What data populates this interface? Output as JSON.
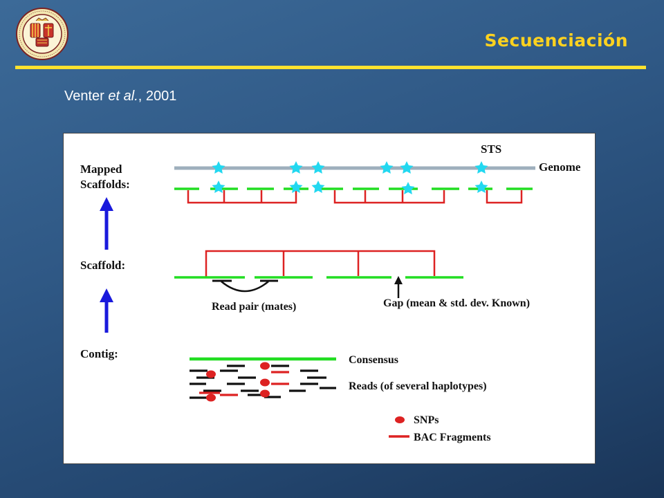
{
  "slide": {
    "title": "Secuenciación",
    "citation_author": "Venter",
    "citation_etal": "et al.",
    "citation_year": ", 2001"
  },
  "colors": {
    "title": "#ffd21f",
    "rule": "#ffe22e",
    "genome": "#9eafbd",
    "contig": "#22dd22",
    "link": "#dd2222",
    "star": "#22d8f0",
    "arrow": "#1a1adc"
  },
  "figure": {
    "mapped_line1": "Mapped",
    "mapped_line2": "Scaffolds:",
    "scaffold": "Scaffold:",
    "contig": "Contig:",
    "sts": "STS",
    "genome": "Genome",
    "read_pair": "Read pair (mates)",
    "gap": "Gap (mean & std. dev. Known)",
    "consensus": "Consensus",
    "reads": "Reads (of several haplotypes)",
    "snps": "SNPs",
    "bac": "BAC Fragments"
  }
}
